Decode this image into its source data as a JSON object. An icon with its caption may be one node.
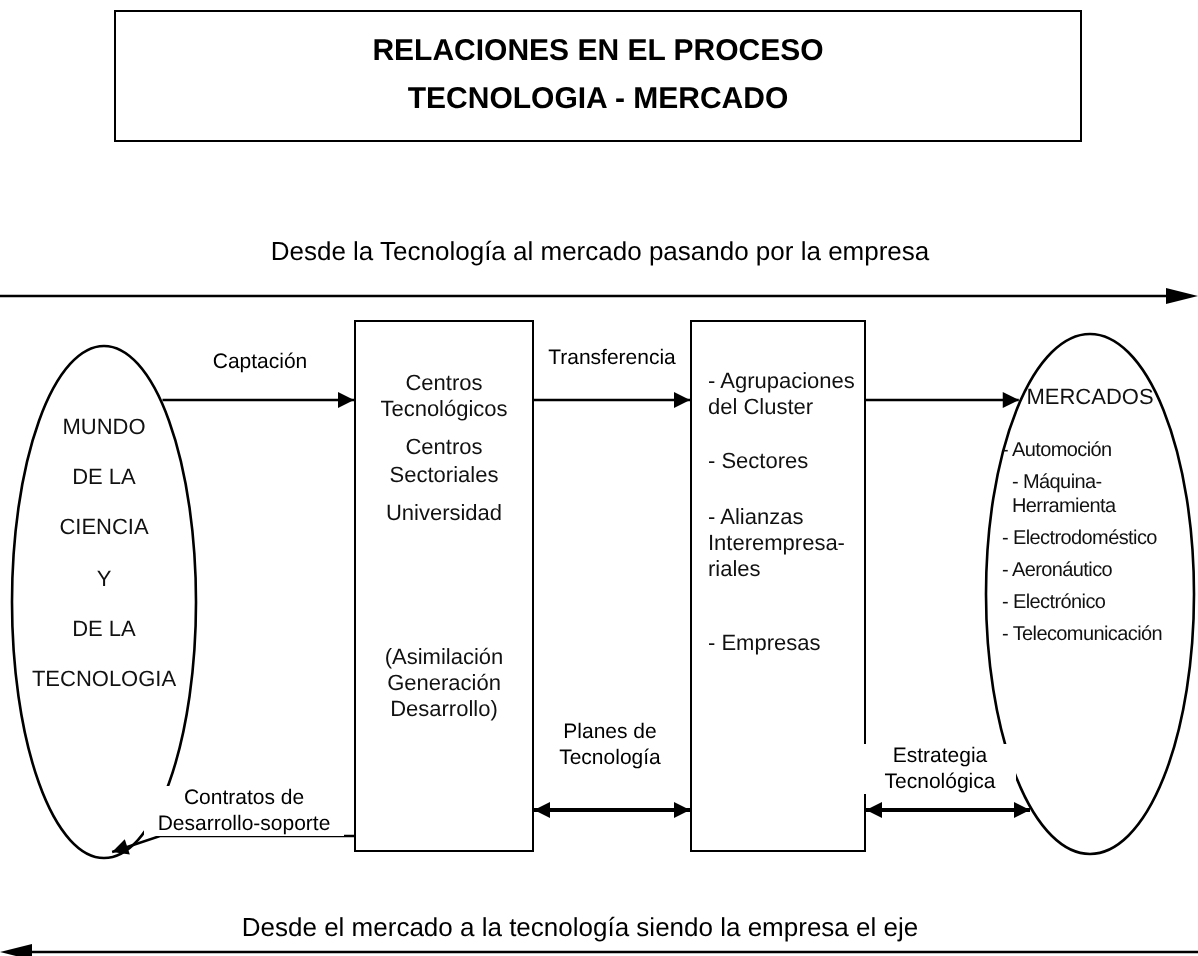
{
  "diagram": {
    "title": "RELACIONES EN EL PROCESO TECNOLOGIA - MERCADO",
    "nodes": [
      {
        "text": [
          "MUNDO",
          "DE LA",
          "CIENCIA",
          "Y",
          "DE LA",
          "TECNOLOGIA"
        ]
      },
      {
        "text": [
          "Centros Tecnológicos",
          "Centros Sectoriales",
          "Universidad",
          "(Asimilación Generación Desarrollo)"
        ]
      },
      {
        "text": [
          "- Agrupaciones del Cluster",
          "- Sectores",
          "- Alianzas Interempresa-riales",
          "- Empresas"
        ]
      },
      {
        "text": [
          "MERCADOS",
          "- Automoción",
          "- Máquina-Herramienta",
          "- Electrodoméstico",
          "- Aeronáutico",
          "- Electrónico",
          "- Telecomunicación"
        ]
      }
    ],
    "edges": [
      {
        "from": 0,
        "to": 1,
        "arrow": "to",
        "label": "Captación"
      },
      {
        "from": 1,
        "to": 2,
        "arrow": "to",
        "label": "Transferencia"
      },
      {
        "from": 2,
        "to": 3,
        "arrow": "to"
      },
      {
        "from": 1,
        "to": 2,
        "arrow": "both",
        "label": "Planes de Tecnología"
      },
      {
        "from": 2,
        "to": 3,
        "arrow": "both",
        "label": "Estrategia Tecnológica"
      },
      {
        "from": 1,
        "to": 0,
        "arrow": "to",
        "label": "Contratos de Desarrollo-soporte"
      }
    ],
    "labels": [
      "Desde la Tecnología al mercado pasando por la empresa",
      "Desde el mercado a la tecnología siendo la empresa el eje"
    ]
  }
}
